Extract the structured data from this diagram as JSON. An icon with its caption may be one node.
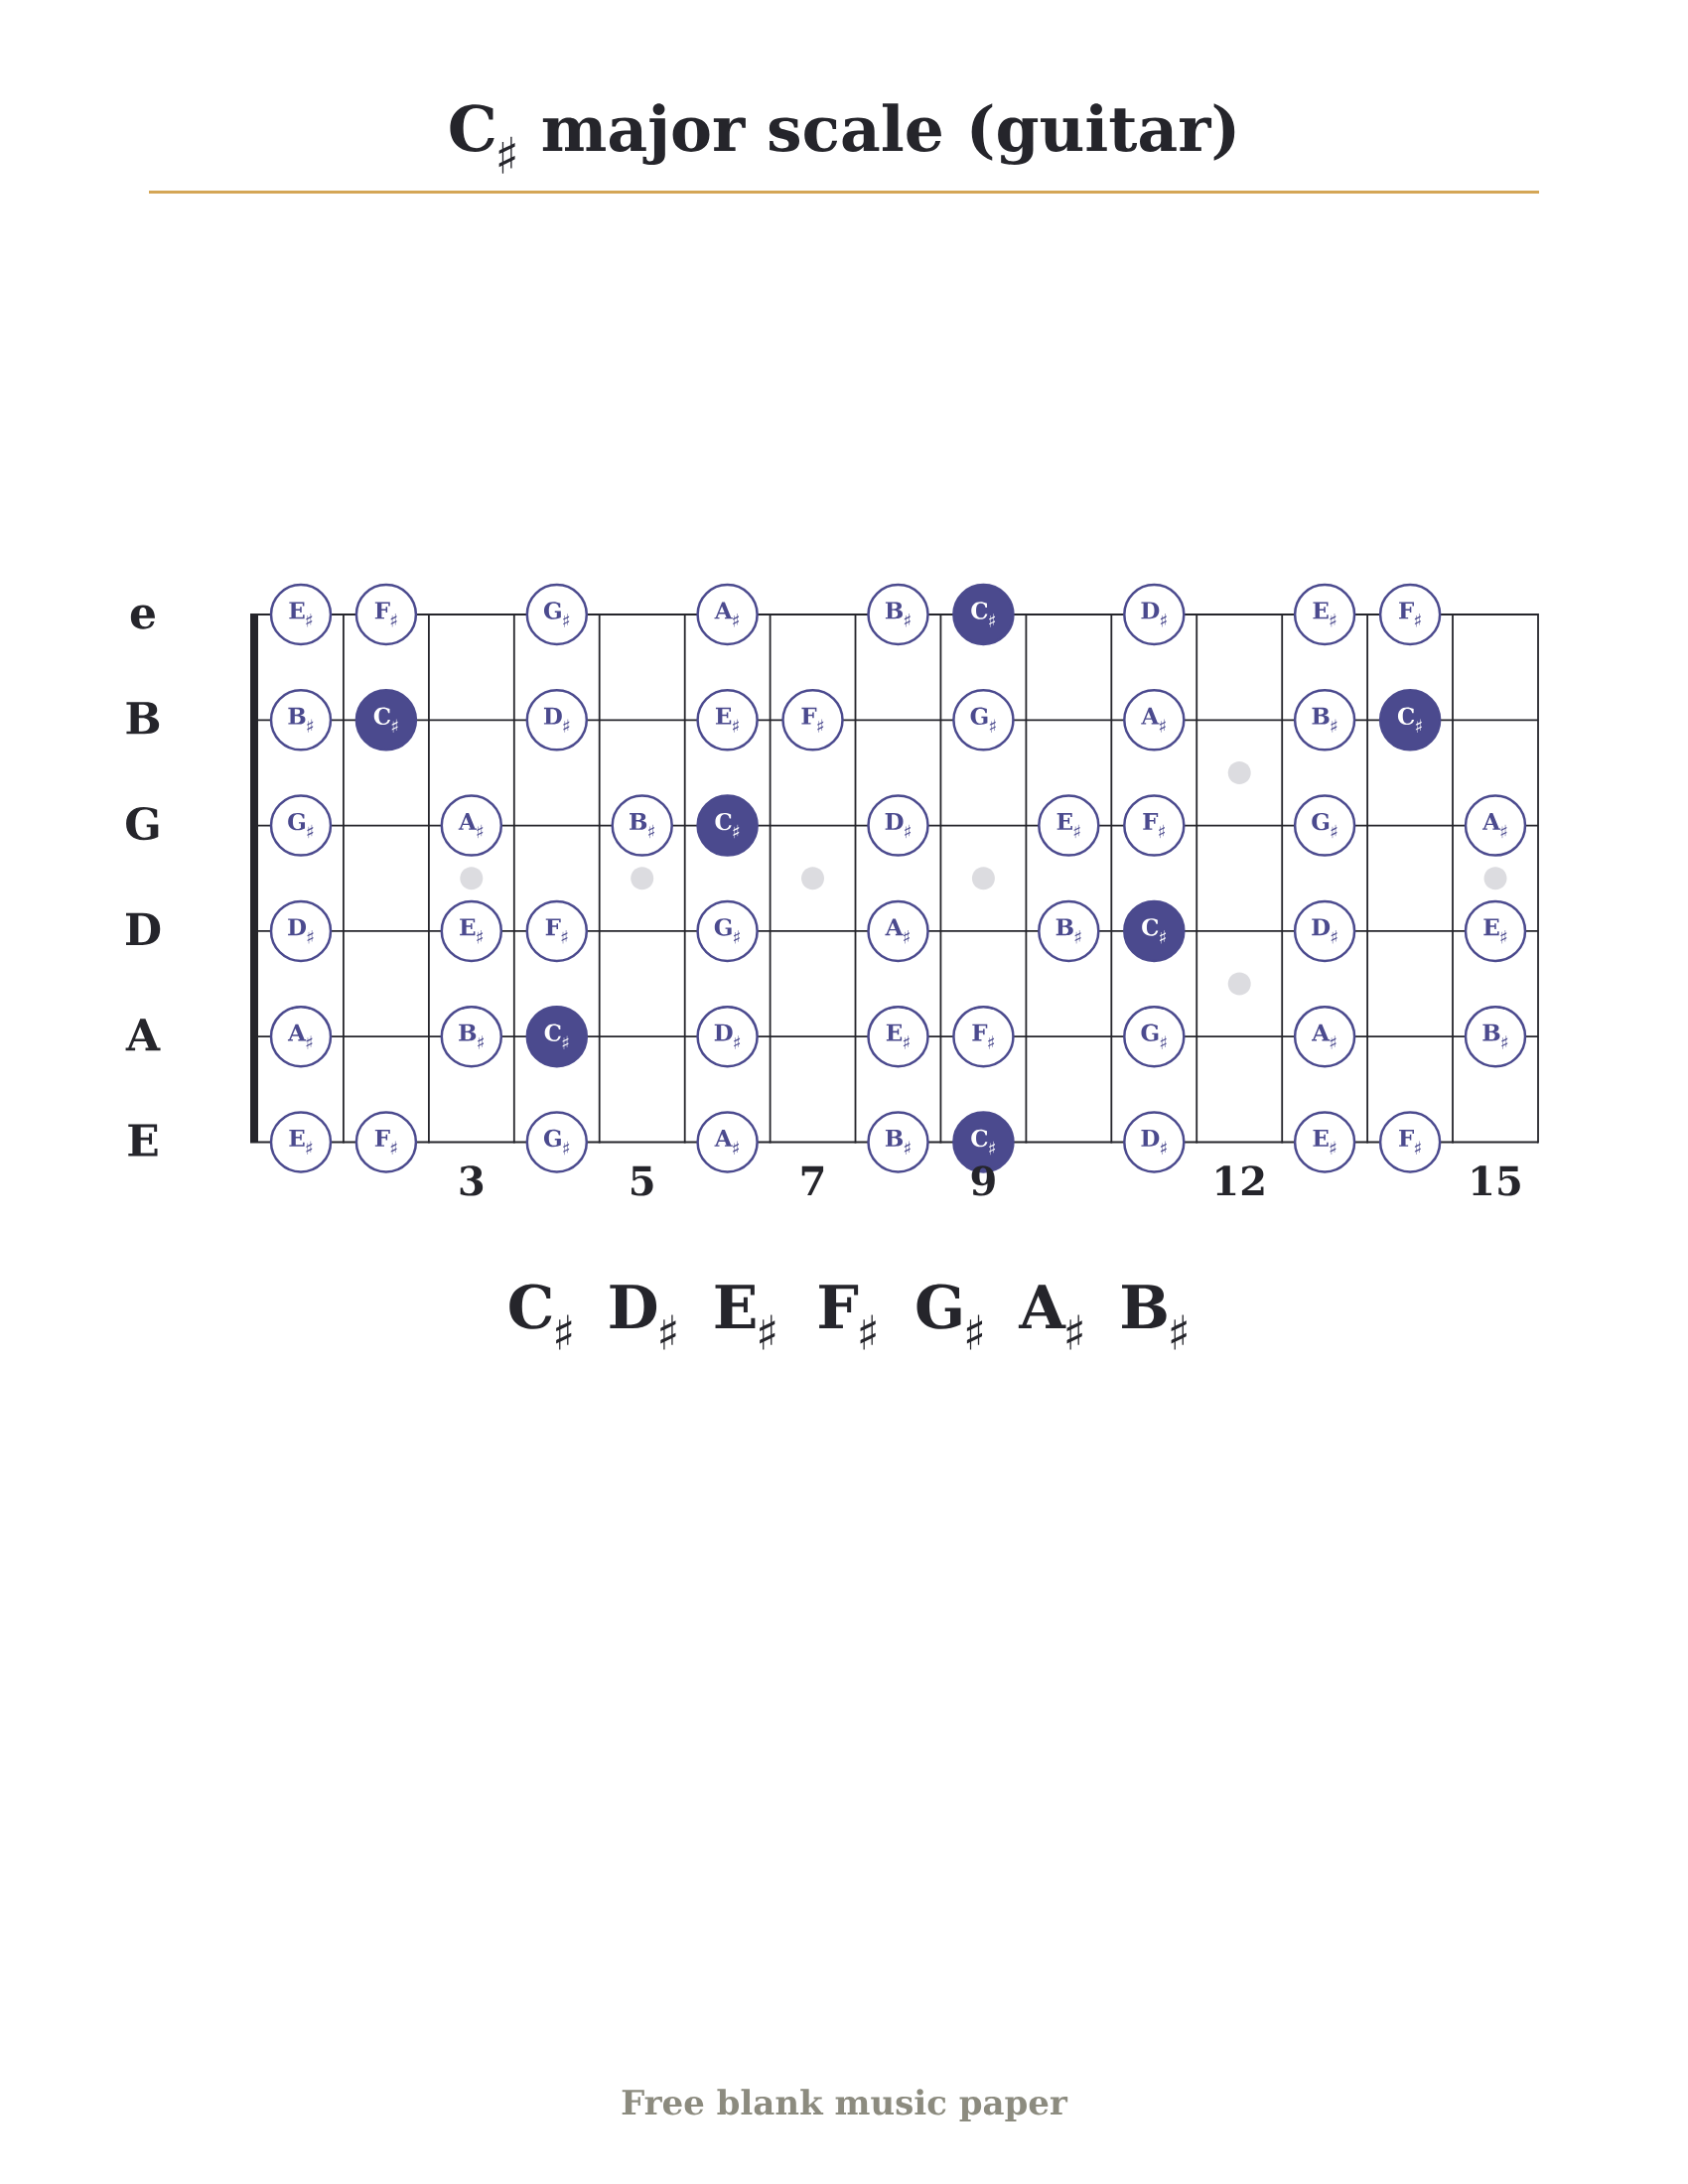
{
  "diagram": {
    "title": "C$_{♯}$ major scale (guitar)",
    "nodes": [
      {
        "text": [
          "E$_{♯}$"
        ]
      },
      {
        "text": [
          "F$_{♯}$"
        ]
      },
      {
        "text": [
          "G$_{♯}$"
        ]
      },
      {
        "text": [
          "A$_{♯}$"
        ]
      },
      {
        "text": [
          "B$_{♯}$"
        ]
      },
      {
        "text": [
          "C$_{♯}$"
        ]
      },
      {
        "text": [
          "D$_{♯}$"
        ]
      },
      {
        "text": [
          "E$_{♯}$"
        ]
      },
      {
        "text": [
          "F$_{♯}$"
        ]
      },
      {
        "text": [
          "B$_{♯}$"
        ]
      },
      {
        "text": [
          "C$_{♯}$"
        ]
      },
      {
        "text": [
          "D$_{♯}$"
        ]
      },
      {
        "text": [
          "E$_{♯}$"
        ]
      },
      {
        "text": [
          "F$_{♯}$"
        ]
      },
      {
        "text": [
          "G$_{♯}$"
        ]
      },
      {
        "text": [
          "A$_{♯}$"
        ]
      },
      {
        "text": [
          "B$_{♯}$"
        ]
      },
      {
        "text": [
          "C$_{♯}$"
        ]
      },
      {
        "text": [
          "G$_{♯}$"
        ]
      },
      {
        "text": [
          "A$_{♯}$"
        ]
      },
      {
        "text": [
          "B$_{♯}$"
        ]
      },
      {
        "text": [
          "C$_{♯}$"
        ]
      },
      {
        "text": [
          "D$_{♯}$"
        ]
      },
      {
        "text": [
          "E$_{♯}$"
        ]
      },
      {
        "text": [
          "F$_{♯}$"
        ]
      },
      {
        "text": [
          "G$_{♯}$"
        ]
      },
      {
        "text": [
          "A$_{♯}$"
        ]
      },
      {
        "text": [
          "D$_{♯}$"
        ]
      },
      {
        "text": [
          "E$_{♯}$"
        ]
      },
      {
        "text": [
          "F$_{♯}$"
        ]
      },
      {
        "text": [
          "G$_{♯}$"
        ]
      },
      {
        "text": [
          "A$_{♯}$"
        ]
      },
      {
        "text": [
          "B$_{♯}$"
        ]
      },
      {
        "text": [
          "C$_{♯}$"
        ]
      },
      {
        "text": [
          "D$_{♯}$"
        ]
      },
      {
        "text": [
          "E$_{♯}$"
        ]
      },
      {
        "text": [
          "A$_{♯}$"
        ]
      },
      {
        "text": [
          "B$_{♯}$"
        ]
      },
      {
        "text": [
          "C$_{♯}$"
        ]
      },
      {
        "text": [
          "D$_{♯}$"
        ]
      },
      {
        "text": [
          "E$_{♯}$"
        ]
      },
      {
        "text": [
          "F$_{♯}$"
        ]
      },
      {
        "text": [
          "G$_{♯}$"
        ]
      },
      {
        "text": [
          "A$_{♯}$"
        ]
      },
      {
        "text": [
          "B$_{♯}$"
        ]
      },
      {
        "text": [
          "E$_{♯}$"
        ]
      },
      {
        "text": [
          "F$_{♯}$"
        ]
      },
      {
        "text": [
          "G$_{♯}$"
        ]
      },
      {
        "text": [
          "A$_{♯}$"
        ]
      },
      {
        "text": [
          "B$_{♯}$"
        ]
      },
      {
        "text": [
          "C$_{♯}$"
        ]
      },
      {
        "text": [
          "D$_{♯}$"
        ]
      },
      {
        "text": [
          "E$_{♯}$"
        ]
      },
      {
        "text": [
          "F$_{♯}$"
        ]
      }
    ],
    "labels": [
      "e",
      "B",
      "G",
      "D",
      "A",
      "E",
      "3",
      "5",
      "7",
      "9",
      "12",
      "15",
      "C$_{♯}$",
      "D$_{♯}$",
      "E$_{♯}$",
      "F$_{♯}$",
      "G$_{♯}$",
      "A$_{♯}$",
      "B$_{♯}$",
      "Free blank music paper"
    ]
  }
}
